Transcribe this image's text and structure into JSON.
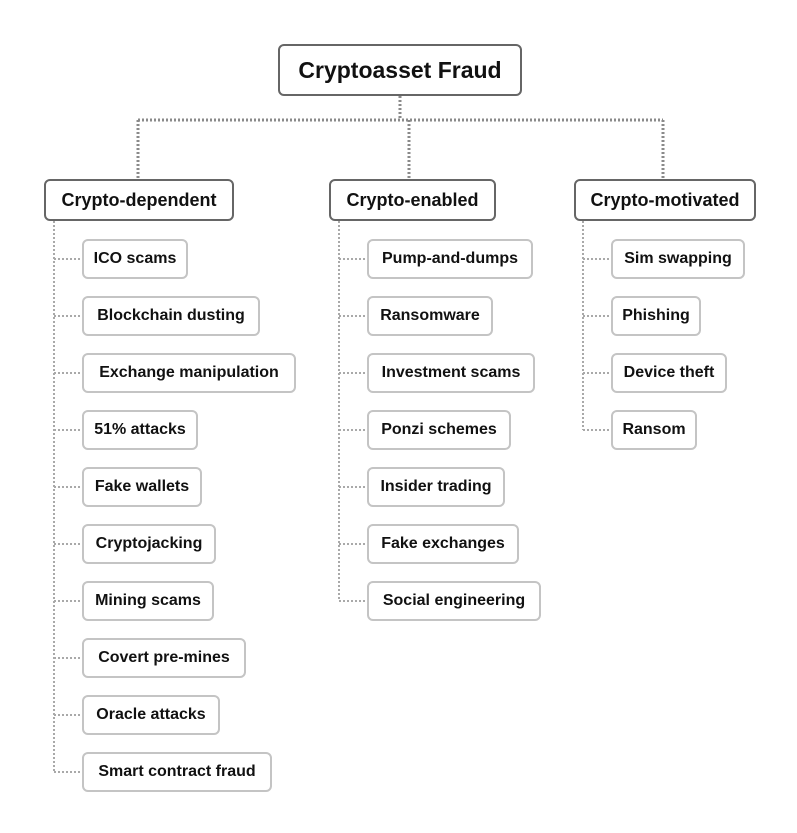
{
  "root": {
    "label": "Cryptoasset Fraud"
  },
  "categories": [
    {
      "label": "Crypto-dependent",
      "items": [
        "ICO scams",
        "Blockchain dusting",
        "Exchange manipulation",
        "51% attacks",
        "Fake wallets",
        "Cryptojacking",
        "Mining scams",
        "Covert pre-mines",
        "Oracle attacks",
        "Smart contract fraud"
      ]
    },
    {
      "label": "Crypto-enabled",
      "items": [
        "Pump-and-dumps",
        "Ransomware",
        "Investment scams",
        "Ponzi schemes",
        "Insider trading",
        "Fake exchanges",
        "Social engineering"
      ]
    },
    {
      "label": "Crypto-motivated",
      "items": [
        "Sim swapping",
        "Phishing",
        "Device theft",
        "Ransom"
      ]
    }
  ],
  "colors": {
    "connector": "#8a8a8a",
    "box_border": "#666666",
    "leaf_border": "#c4c4c4"
  }
}
